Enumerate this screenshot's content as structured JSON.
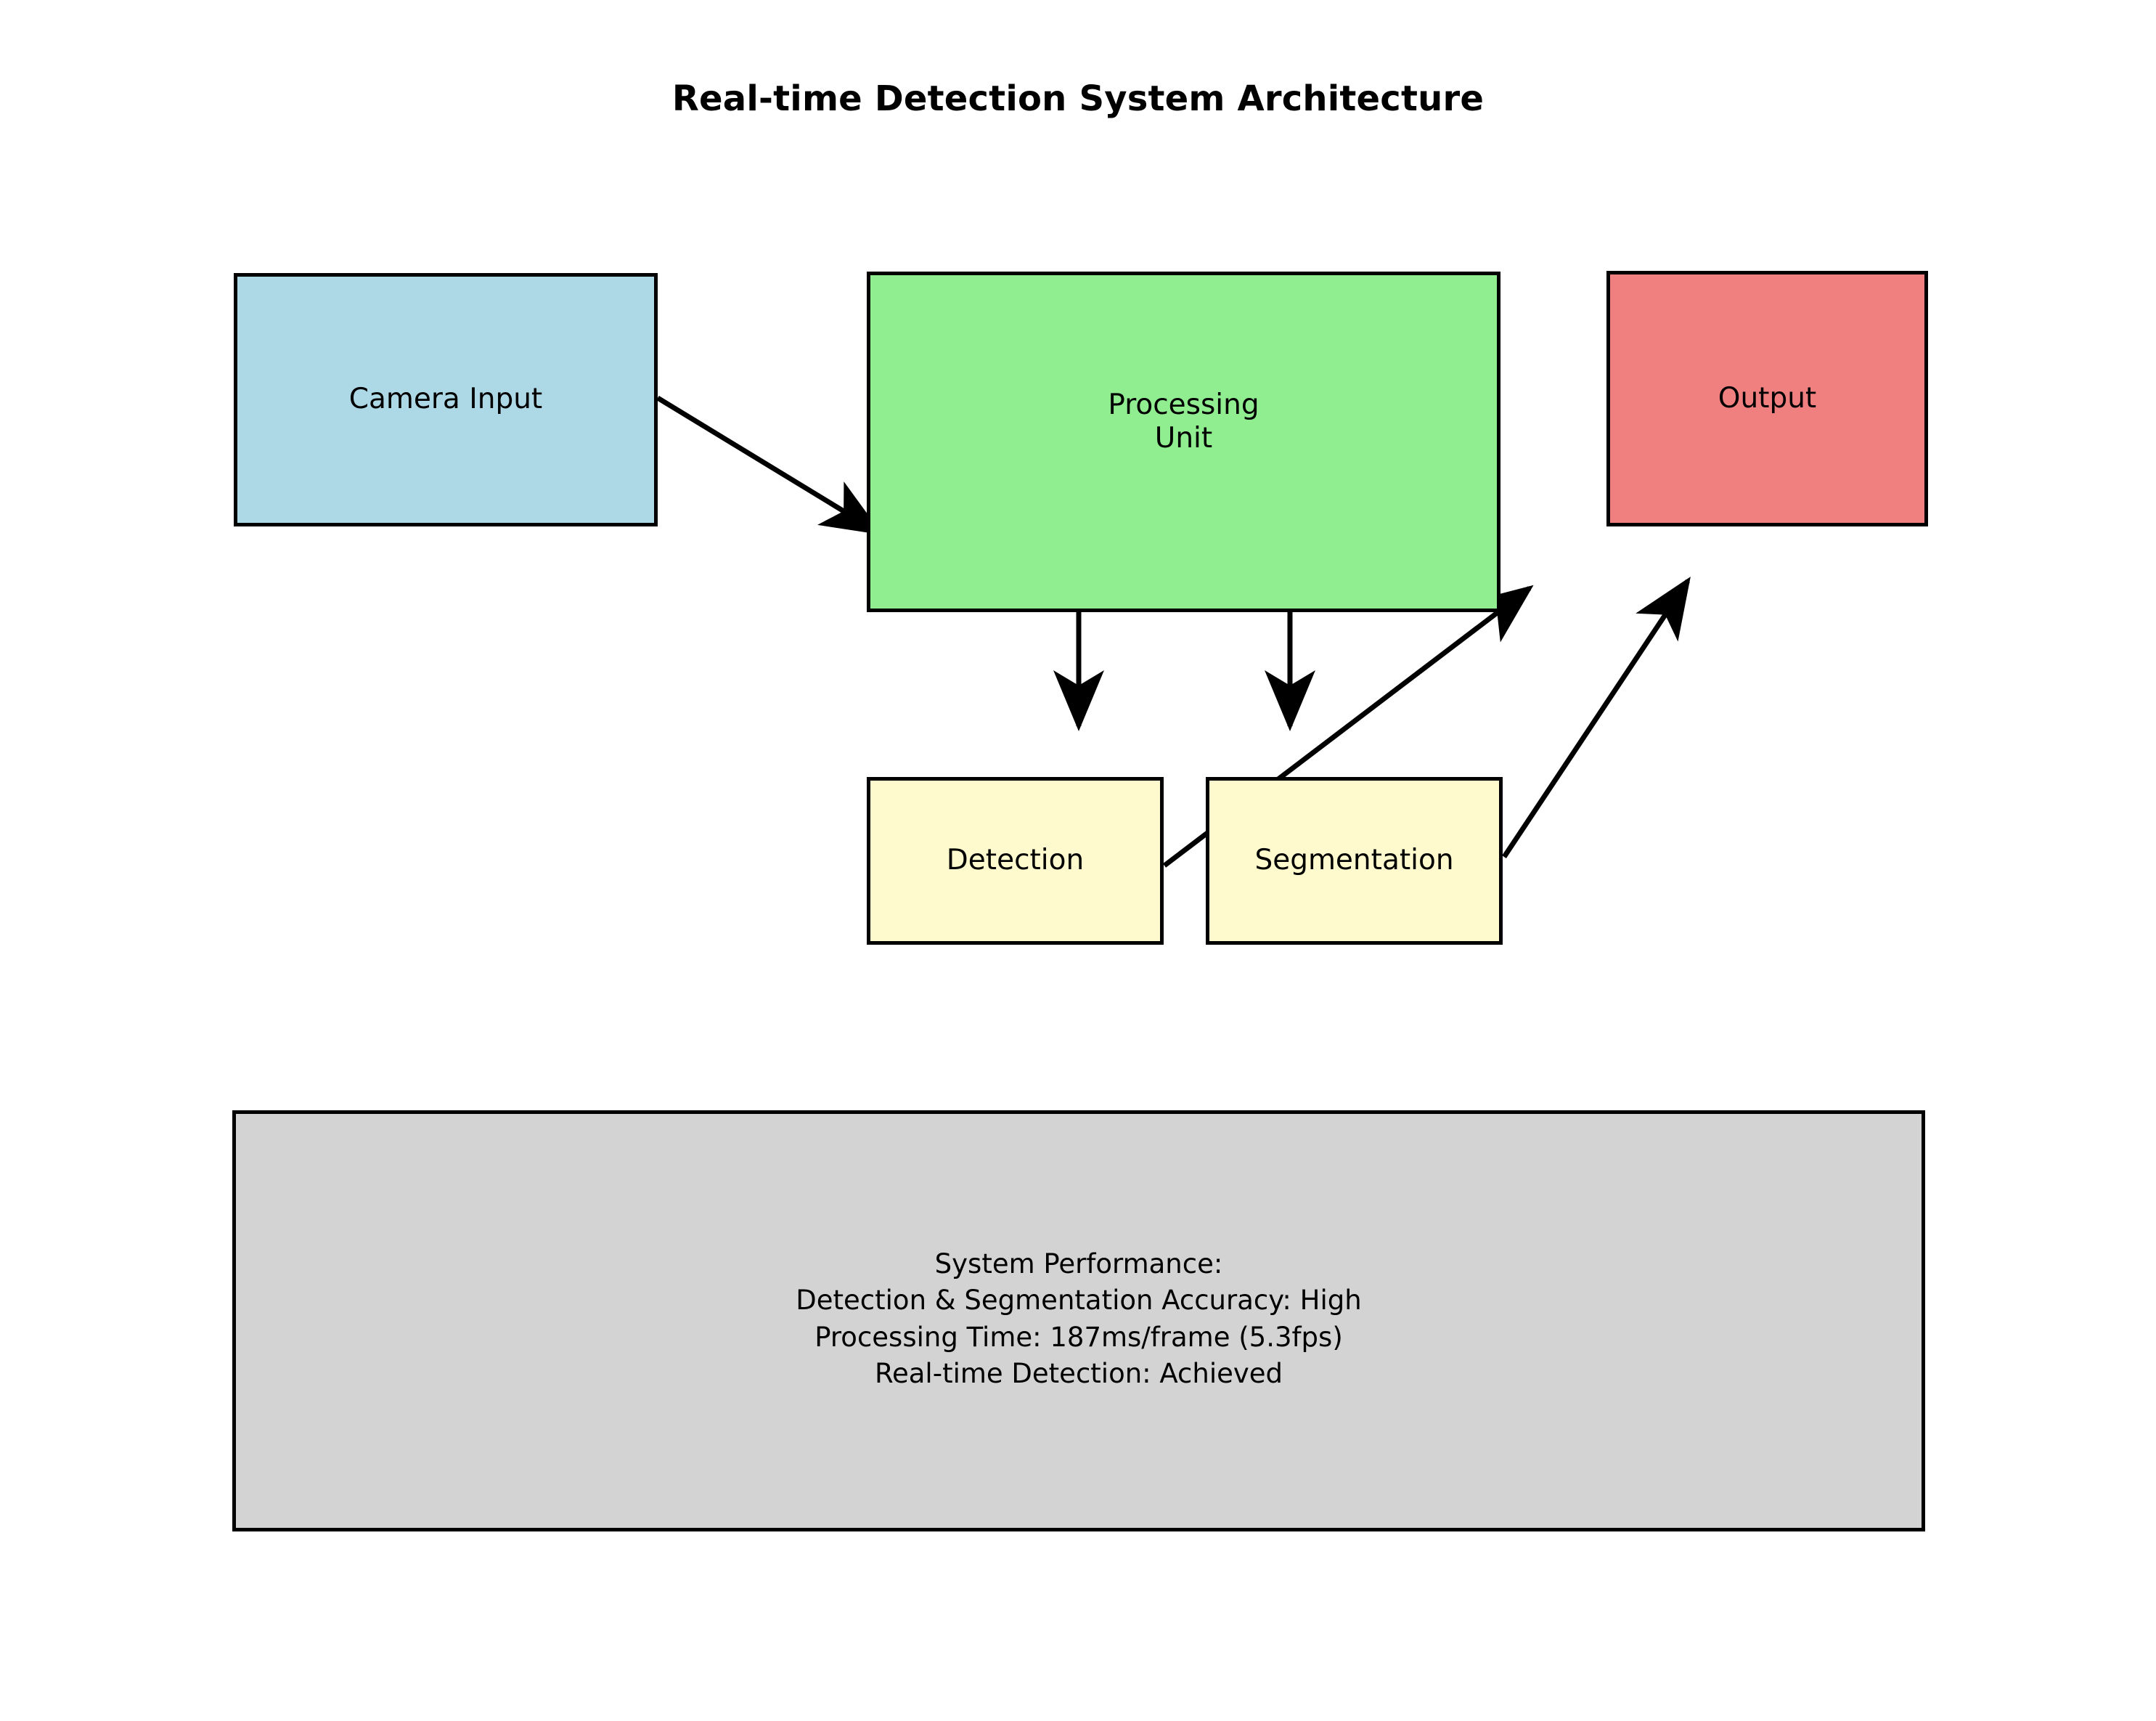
{
  "figure": {
    "title": "Real-time Detection System Architecture",
    "background_color": "#ffffff"
  },
  "nodes": [
    {
      "id": "camera_input",
      "label": "Camera Input",
      "fill_color": "#add8e6",
      "edge_color": "#000000"
    },
    {
      "id": "processing_unit",
      "label": "Processing\nUnit",
      "fill_color": "#90ee90",
      "edge_color": "#000000"
    },
    {
      "id": "output",
      "label": "Output",
      "fill_color": "#f08080",
      "edge_color": "#000000"
    },
    {
      "id": "detection",
      "label": "Detection",
      "fill_color": "#fffacd",
      "edge_color": "#000000"
    },
    {
      "id": "segmentation",
      "label": "Segmentation",
      "fill_color": "#fffacd",
      "edge_color": "#000000"
    }
  ],
  "connections": [
    {
      "from": "camera_input",
      "to": "processing_unit"
    },
    {
      "from": "processing_unit",
      "to": "detection"
    },
    {
      "from": "processing_unit",
      "to": "segmentation"
    },
    {
      "from": "detection",
      "to": "processing_unit_corner"
    },
    {
      "from": "segmentation",
      "to": "output"
    }
  ],
  "performance_panel": {
    "fill_color": "#d3d3d3",
    "edge_color": "#000000",
    "heading": "System Performance:",
    "lines": [
      "Detection & Segmentation Accuracy: High",
      "Processing Time: 187ms/frame (5.3fps)",
      "Real-time Detection: Achieved"
    ],
    "text": "System Performance:\nDetection & Segmentation Accuracy: High\nProcessing Time: 187ms/frame (5.3fps)\nReal-time Detection: Achieved",
    "metrics": {
      "detection_segmentation_accuracy": "High",
      "processing_time_ms_per_frame": 187,
      "fps": 5.3,
      "real_time_detection": "Achieved"
    }
  }
}
